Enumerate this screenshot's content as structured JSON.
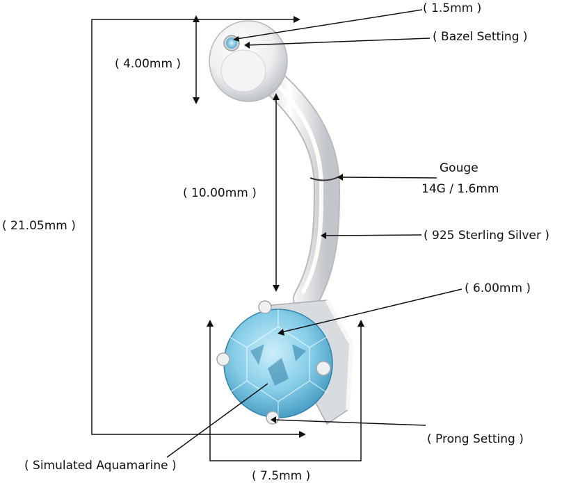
{
  "colors": {
    "line": "#111111",
    "gem_light": "#bfe6f5",
    "gem_mid": "#7cc9e6",
    "gem_dark": "#3f95bd",
    "metal_light": "#fbfbfb",
    "metal_mid": "#e6e8ea",
    "metal_dark": "#b9bcc0"
  },
  "labels": {
    "crystal_size": "( 1.5mm )",
    "bezel_setting": "( Bazel Setting )",
    "ball_height": "( 4.00mm )",
    "bar_length": "( 10.00mm )",
    "total_length": "( 21.05mm )",
    "gauge_title": "Gouge",
    "gauge_value": "14G / 1.6mm",
    "material": "( 925 Sterling Silver )",
    "stone_size": "( 6.00mm )",
    "prong_setting": "( Prong Setting )",
    "stone_name": "( Simulated Aquamarine )",
    "head_width": "( 7.5mm )"
  }
}
